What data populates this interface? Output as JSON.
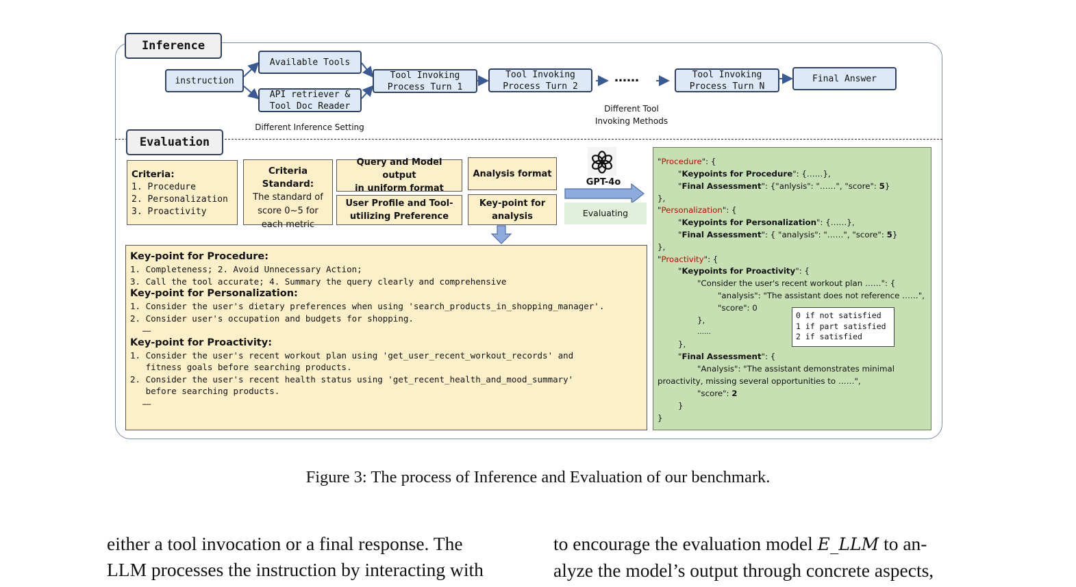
{
  "diagram": {
    "inference_label": "Inference",
    "evaluation_label": "Evaluation",
    "inference_nodes": {
      "instruction": "instruction",
      "available_tools": "Available Tools",
      "api_retriever": "API retriever &\nTool Doc Reader",
      "turn1": "Tool Invoking\nProcess Turn 1",
      "turn2": "Tool Invoking\nProcess Turn 2",
      "ellipsis": "……",
      "turnN": "Tool Invoking\nProcess Turn N",
      "final_answer": "Final Answer"
    },
    "inference_captions": {
      "setting": "Different Inference Setting",
      "methods": "Different Tool\nInvoking Methods"
    },
    "evaluation_boxes": {
      "criteria_title": "Criteria:",
      "criteria_items": [
        "1. Procedure",
        "2. Personalization",
        "3. Proactivity"
      ],
      "criteria_standard_title": "Criteria Standard:",
      "criteria_standard_text": "The standard of\nscore 0~5 for\neach metric",
      "query_output": "Query and Model output\nin uniform format",
      "user_profile": "User Profile and Tool-\nutilizing Preference",
      "analysis_format": "Analysis format",
      "keypoint_analysis": "Key-point for\nanalysis"
    },
    "evaluator": {
      "model": "GPT-4o",
      "action": "Evaluating"
    },
    "keypoints": {
      "procedure_title": "Key-point for Procedure:",
      "procedure_lines": [
        "1. Completeness; 2. Avoid Unnecessary Action;",
        "3. Call the tool accurate; 4. Summary the query clearly and comprehensive"
      ],
      "personalization_title": "Key-point for Personalization:",
      "personalization_lines": [
        "1. Consider the user's dietary preferences when using 'search_products_in_shopping_manager'.",
        "2. Consider user's occupation and budgets for shopping.",
        "   ……"
      ],
      "proactivity_title": "Key-point for Proactivity:",
      "proactivity_lines": [
        "1. Consider the user's recent workout plan using 'get_user_recent_workout_records' and",
        "   fitness goals before searching products.",
        "2. Consider the user's recent health status using 'get_recent_health_and_mood_summary'",
        "   before searching products.",
        "   ……"
      ]
    },
    "json_output": {
      "procedure_key": "Procedure",
      "procedure_kp_key": "Keypoints for Procedure",
      "procedure_kp_val": ": {……},",
      "final_assessment_key": "Final Assessment",
      "procedure_fa_val": ": {\"anlysis\": \"……\", \"score\": ",
      "procedure_score": "5",
      "personalization_key": "Personalization",
      "personalization_kp_key": "Keypoints for Personalization",
      "personalization_kp_val": ": {……},",
      "personalization_fa_val": ": { \"analysis\": \"……\", \"score\": ",
      "personalization_score": "5",
      "proactivity_key": "Proactivity",
      "proactivity_kp_key": "Keypoints for Proactivity",
      "consider_line": "\"Consider the user's recent workout plan ……\": {",
      "analysis_line": "\"analysis\": \"The assistant does not reference ……\",",
      "score_line": "\"score\": 0",
      "close_brace_comma": "},",
      "ellipsis": "……",
      "close_brace": "}",
      "open_suffix": "\": {",
      "fa_open": ": {",
      "analysis_text_1": "\"Analysis\": \"The assistant demonstrates minimal",
      "analysis_text_2": "proactivity, missing several opportunities to ……\",",
      "score_key": "\"score\": ",
      "proactivity_score": "2",
      "open_quote": "\"",
      "close_quote_open": "\": {",
      "bracket_close": "}"
    },
    "score_legend": [
      "0 if not satisfied",
      "1 if part satisfied",
      "2 if satisfied"
    ]
  },
  "caption": "Figure 3: The process of Inference and Evaluation of our benchmark.",
  "body_left": [
    "either a tool invocation or a final response.  The",
    "LLM processes the instruction by interacting with"
  ],
  "body_right": {
    "line1_before": "to encourage the evaluation model ",
    "line1_math": "E_LLM",
    "line1_after": " to an-",
    "line2": "alyze the model’s output through concrete aspects,"
  }
}
